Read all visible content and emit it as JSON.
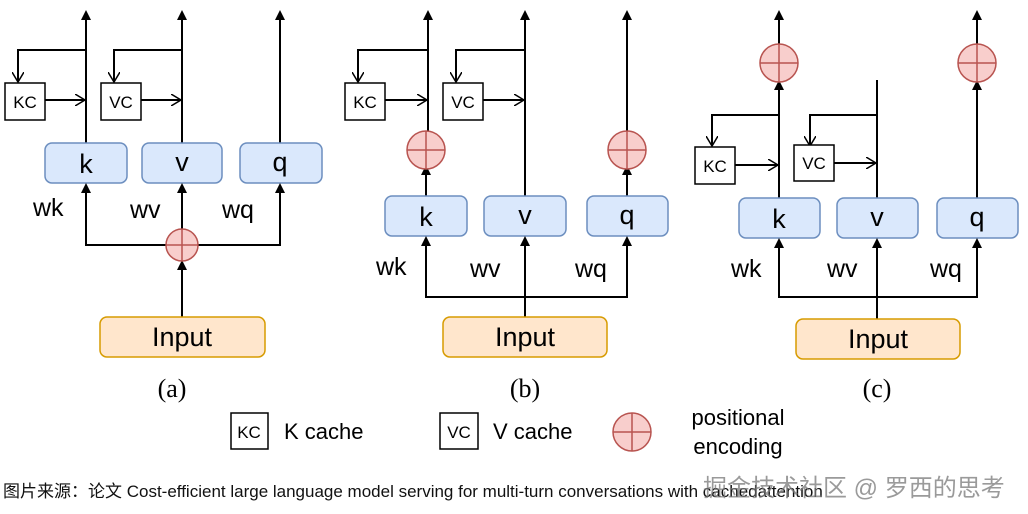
{
  "panels": [
    {
      "label": "(a)",
      "k": "k",
      "v": "v",
      "q": "q",
      "wk": "wk",
      "wv": "wv",
      "wq": "wq",
      "kc": "KC",
      "vc": "VC",
      "input": "Input"
    },
    {
      "label": "(b)",
      "k": "k",
      "v": "v",
      "q": "q",
      "wk": "wk",
      "wv": "wv",
      "wq": "wq",
      "kc": "KC",
      "vc": "VC",
      "input": "Input"
    },
    {
      "label": "(c)",
      "k": "k",
      "v": "v",
      "q": "q",
      "wk": "wk",
      "wv": "wv",
      "wq": "wq",
      "kc": "KC",
      "vc": "VC",
      "input": "Input"
    }
  ],
  "legend": {
    "kc_box": "KC",
    "kc_text": "K cache",
    "vc_box": "VC",
    "vc_text": "V cache",
    "pe_line1": "positional",
    "pe_line2": "encoding"
  },
  "caption": "图片来源：论文 Cost-efficient large language model serving for multi-turn conversations with cachedattention",
  "watermark": "掘金技术社区 @ 罗西的思考",
  "colors": {
    "kvq_fill": "#dae8fc",
    "kvq_stroke": "#6c8ebf",
    "input_fill": "#ffe6cc",
    "input_stroke": "#d79b00",
    "pe_fill": "#f8cecc",
    "pe_stroke": "#b85450"
  }
}
